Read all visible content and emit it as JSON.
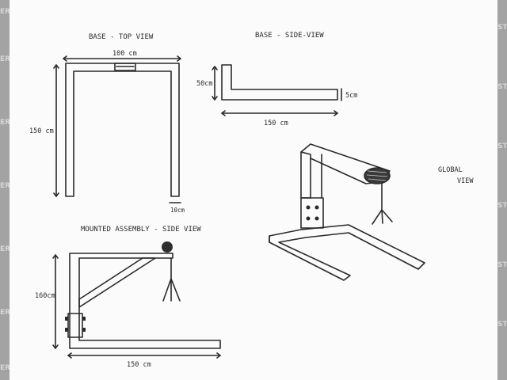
{
  "watermark_text": "ST",
  "watermark_text_left": "ER",
  "titles": {
    "top_view": "BASE - TOP VIEW",
    "side_view": "BASE - SIDE-VIEW",
    "global_view_line1": "GLOBAL",
    "global_view_line2": "VIEW",
    "assembly": "MOUNTED ASSEMBLY - SIDE VIEW"
  },
  "dims": {
    "top_width": "100 cm",
    "top_length": "150 cm",
    "top_tube": "10cm",
    "side_height": "50cm",
    "side_thickness": "5cm",
    "side_length": "150 cm",
    "assembly_height": "160cm",
    "assembly_length": "150 cm"
  }
}
